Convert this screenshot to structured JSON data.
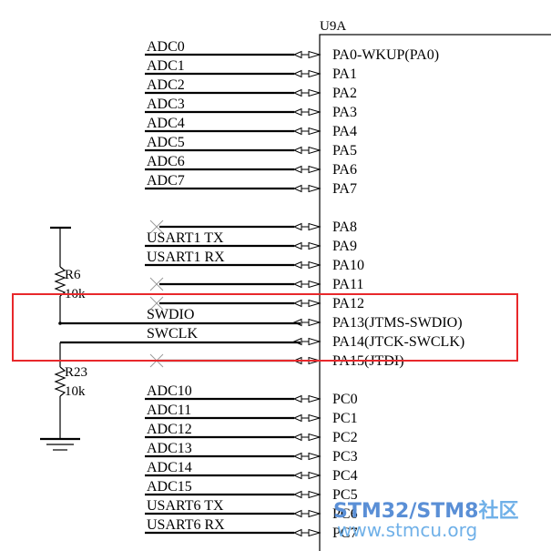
{
  "component": {
    "designator": "U9A",
    "pins": [
      {
        "pin": "PA0-WKUP(PA0)",
        "net": "ADC0"
      },
      {
        "pin": "PA1",
        "net": "ADC1"
      },
      {
        "pin": "PA2",
        "net": "ADC2"
      },
      {
        "pin": "PA3",
        "net": "ADC3"
      },
      {
        "pin": "PA4",
        "net": "ADC4"
      },
      {
        "pin": "PA5",
        "net": "ADC5"
      },
      {
        "pin": "PA6",
        "net": "ADC6"
      },
      {
        "pin": "PA7",
        "net": "ADC7"
      },
      {
        "pin": "PA8",
        "net": "",
        "no_connect": true
      },
      {
        "pin": "PA9",
        "net": "USART1_TX"
      },
      {
        "pin": "PA10",
        "net": "USART1_RX"
      },
      {
        "pin": "PA11",
        "net": "",
        "no_connect": true
      },
      {
        "pin": "PA12",
        "net": "",
        "no_connect": true
      },
      {
        "pin": "PA13(JTMS-SWDIO)",
        "net": "SWDIO"
      },
      {
        "pin": "PA14(JTCK-SWCLK)",
        "net": "SWCLK"
      },
      {
        "pin": "PA15(JTDI)",
        "net": "",
        "no_connect": true
      },
      {
        "pin": "PC0",
        "net": "ADC10"
      },
      {
        "pin": "PC1",
        "net": "ADC11"
      },
      {
        "pin": "PC2",
        "net": "ADC12"
      },
      {
        "pin": "PC3",
        "net": "ADC13"
      },
      {
        "pin": "PC4",
        "net": "ADC14"
      },
      {
        "pin": "PC5",
        "net": "ADC15"
      },
      {
        "pin": "PC6",
        "net": "USART6_TX"
      },
      {
        "pin": "PC7",
        "net": "USART6_RX"
      }
    ]
  },
  "resistors": [
    {
      "designator": "R6",
      "value": "10k"
    },
    {
      "designator": "R23",
      "value": "10k"
    }
  ],
  "highlight": {
    "color": "#e8282b"
  },
  "watermark": {
    "brand_part1": "STM32/STM8",
    "brand_part2": "社区",
    "url": "www.stmcu.org",
    "colors": {
      "primary": "#5a8fd6",
      "accent": "#6fb0e8"
    }
  }
}
